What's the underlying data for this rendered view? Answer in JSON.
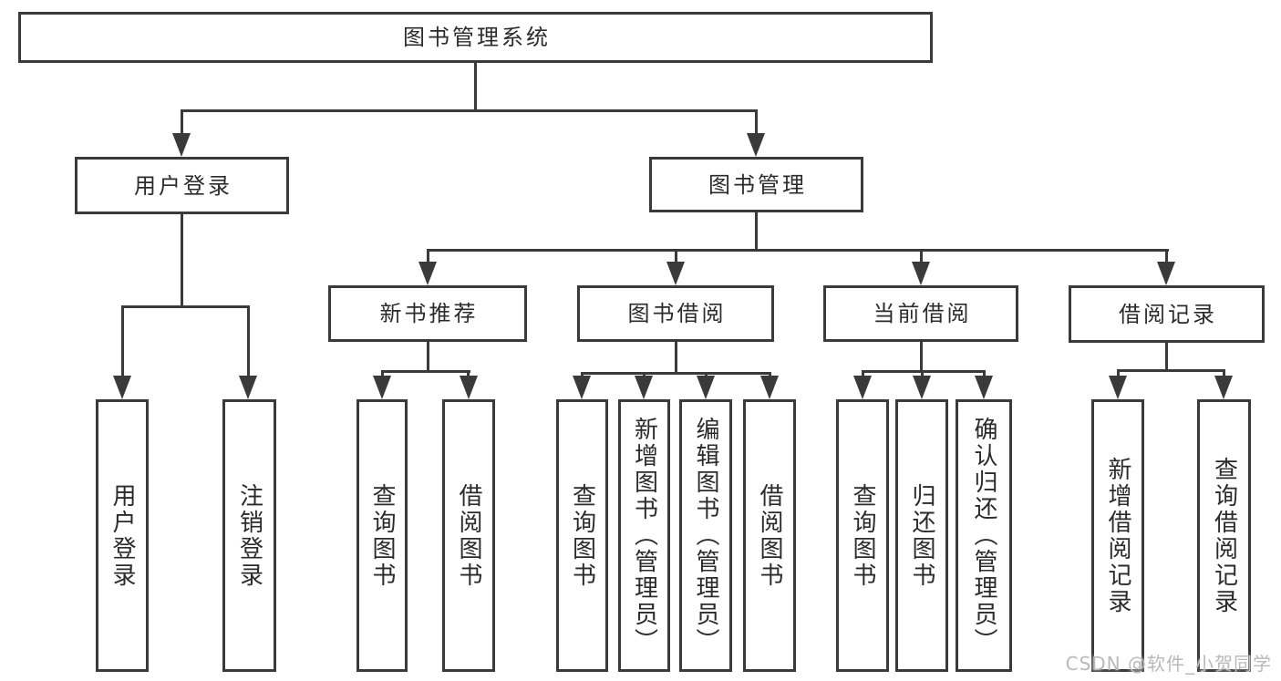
{
  "colors": {
    "line": "#3a3a3a",
    "box_border": "#3a3a3a",
    "box_fill": "#ffffff",
    "text": "#2b2b2b",
    "background": "#ffffff",
    "watermark": "#b9b9b9"
  },
  "nodes": {
    "root": "图书管理系统",
    "user_login": "用户登录",
    "book_management": "图书管理",
    "new_book_recommend": "新书推荐",
    "book_borrowing": "图书借阅",
    "current_borrowing": "当前借阅",
    "borrowing_records": "借阅记录",
    "leaf_user_login": "用户登录",
    "leaf_logout": "注销登录",
    "leaf_query_book_1": "查询图书",
    "leaf_borrow_book_1": "借阅图书",
    "leaf_query_book_2": "查询图书",
    "leaf_add_book_admin": "新增图书（管理员）",
    "leaf_edit_book_admin": "编辑图书（管理员）",
    "leaf_borrow_book_2": "借阅图书",
    "leaf_query_book_3": "查询图书",
    "leaf_return_book": "归还图书",
    "leaf_confirm_return_admin": "确认归还（管理员）",
    "leaf_add_borrow_record": "新增借阅记录",
    "leaf_query_borrow_record": "查询借阅记录"
  },
  "watermark": "CSDN @软件_小贺同学"
}
